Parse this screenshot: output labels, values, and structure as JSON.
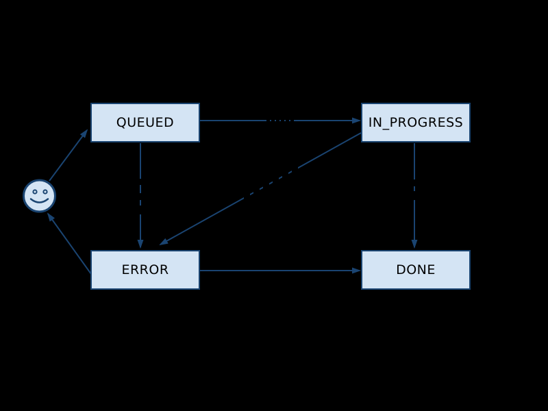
{
  "diagram": {
    "type": "state-machine",
    "colors": {
      "background": "#000000",
      "node_fill": "#d4e4f4",
      "line": "#1a4471",
      "node_text": "#000000",
      "edge_label_text": "#000000"
    },
    "nodes": [
      {
        "id": "start",
        "kind": "smiley-face",
        "label": ""
      },
      {
        "id": "queued",
        "kind": "box",
        "label": "QUEUED"
      },
      {
        "id": "in_progress",
        "kind": "box",
        "label": "IN_PROGRESS"
      },
      {
        "id": "error",
        "kind": "box",
        "label": "ERROR"
      },
      {
        "id": "done",
        "kind": "box",
        "label": "DONE"
      }
    ],
    "edges": [
      {
        "from": "start",
        "to": "QUEUED",
        "has_occluded_label": false
      },
      {
        "from": "QUEUED",
        "to": "IN_PROGRESS",
        "has_occluded_label": true
      },
      {
        "from": "QUEUED",
        "to": "ERROR",
        "has_occluded_label": true
      },
      {
        "from": "IN_PROGRESS",
        "to": "ERROR",
        "has_occluded_label": true
      },
      {
        "from": "IN_PROGRESS",
        "to": "DONE",
        "has_occluded_label": true
      },
      {
        "from": "ERROR",
        "to": "DONE",
        "has_occluded_label": false
      },
      {
        "from": "ERROR",
        "to": "start",
        "has_occluded_label": false
      }
    ]
  }
}
